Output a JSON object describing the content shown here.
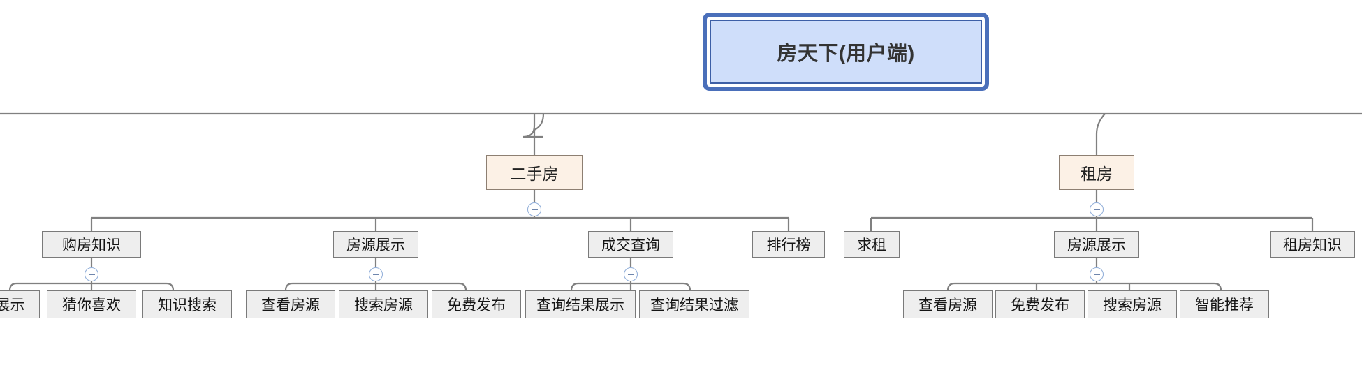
{
  "diagram": {
    "type": "mindmap-tree",
    "title": "房天下(用户端)",
    "orientation": "top-down",
    "colors": {
      "root_fill": "#cfdefa",
      "root_border": "#3d5fa6",
      "root_selection": "#4a6fba",
      "level2_fill": "#fcf1e6",
      "level2_border": "#8d7f72",
      "leaf_fill": "#eeeeee",
      "leaf_border": "#7a7a7a",
      "edge": "#808080",
      "toggle_border": "#8fadd8"
    }
  },
  "root": {
    "label": "房天下(用户端)",
    "selected": true
  },
  "branches": [
    {
      "label": "二手房",
      "collapsible": true,
      "children": [
        {
          "label": "购房知识",
          "collapsible": true,
          "children": [
            {
              "label": "展示",
              "truncated": true
            },
            {
              "label": "猜你喜欢"
            },
            {
              "label": "知识搜索"
            }
          ]
        },
        {
          "label": "房源展示",
          "collapsible": true,
          "children": [
            {
              "label": "查看房源"
            },
            {
              "label": "搜索房源"
            },
            {
              "label": "免费发布"
            }
          ]
        },
        {
          "label": "成交查询",
          "collapsible": true,
          "children": [
            {
              "label": "查询结果展示"
            },
            {
              "label": "查询结果过滤"
            }
          ]
        },
        {
          "label": "排行榜",
          "collapsible": false,
          "children": []
        }
      ]
    },
    {
      "label": "租房",
      "collapsible": true,
      "children": [
        {
          "label": "求租",
          "collapsible": false,
          "children": []
        },
        {
          "label": "房源展示",
          "collapsible": true,
          "children": [
            {
              "label": "查看房源"
            },
            {
              "label": "免费发布"
            },
            {
              "label": "搜索房源"
            },
            {
              "label": "智能推荐"
            }
          ]
        },
        {
          "label": "租房知识",
          "collapsible": false,
          "children": []
        }
      ]
    }
  ],
  "nodes": {
    "root": {
      "label": "房天下(用户端)"
    },
    "ershoufang": {
      "label": "二手房"
    },
    "zufang": {
      "label": "租房"
    },
    "goufangzhishi": {
      "label": "购房知识"
    },
    "fangyuan1": {
      "label": "房源展示"
    },
    "chengjiao": {
      "label": "成交查询"
    },
    "paihangbang": {
      "label": "排行榜"
    },
    "qiuzu": {
      "label": "求租"
    },
    "fangyuan2": {
      "label": "房源展示"
    },
    "zufangzhishi": {
      "label": "租房知识"
    },
    "zhanshi": {
      "label": "展示"
    },
    "caini": {
      "label": "猜你喜欢"
    },
    "zhishisousuo": {
      "label": "知识搜索"
    },
    "chakan1": {
      "label": "查看房源"
    },
    "sousuo1": {
      "label": "搜索房源"
    },
    "mianfei1": {
      "label": "免费发布"
    },
    "jieguozhanshi": {
      "label": "查询结果展示"
    },
    "jieguoguolv": {
      "label": "查询结果过滤"
    },
    "chakan2": {
      "label": "查看房源"
    },
    "mianfei2": {
      "label": "免费发布"
    },
    "sousuo2": {
      "label": "搜索房源"
    },
    "zhineng": {
      "label": "智能推荐"
    }
  }
}
